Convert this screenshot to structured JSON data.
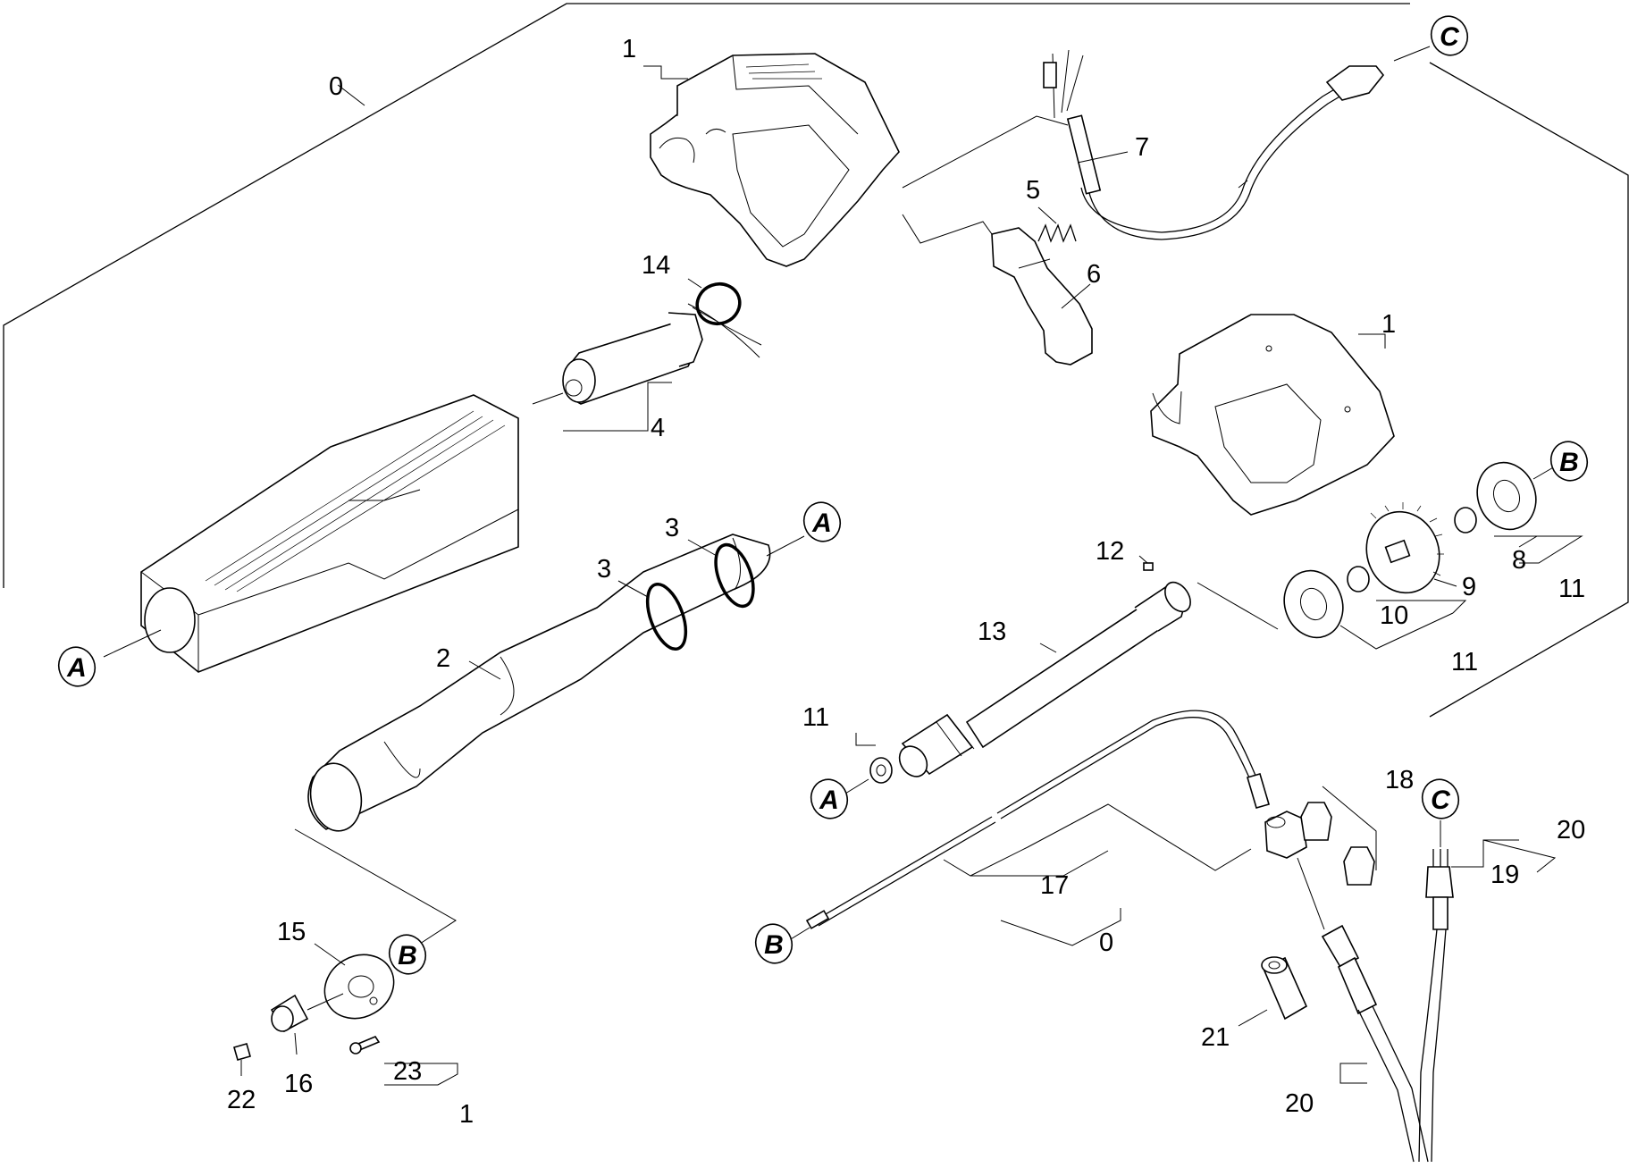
{
  "labels": {
    "l0a": "0",
    "l0b": "0",
    "l1a": "1",
    "l1b": "1",
    "l1c": "1",
    "l2": "2",
    "l3a": "3",
    "l3b": "3",
    "l4": "4",
    "l5": "5",
    "l6": "6",
    "l7": "7",
    "l8": "8",
    "l9": "9",
    "l10": "10",
    "l11a": "11",
    "l11b": "11",
    "l11c": "11",
    "l12": "12",
    "l13": "13",
    "l14": "14",
    "l15": "15",
    "l16": "16",
    "l17": "17",
    "l18": "18",
    "l19": "19",
    "l20a": "20",
    "l20b": "20",
    "l21": "21",
    "l22": "22",
    "l23": "23"
  },
  "refs": {
    "a1": "A",
    "a2": "A",
    "a3": "A",
    "b1": "B",
    "b2": "B",
    "b3": "B",
    "c1": "C",
    "c2": "C"
  }
}
